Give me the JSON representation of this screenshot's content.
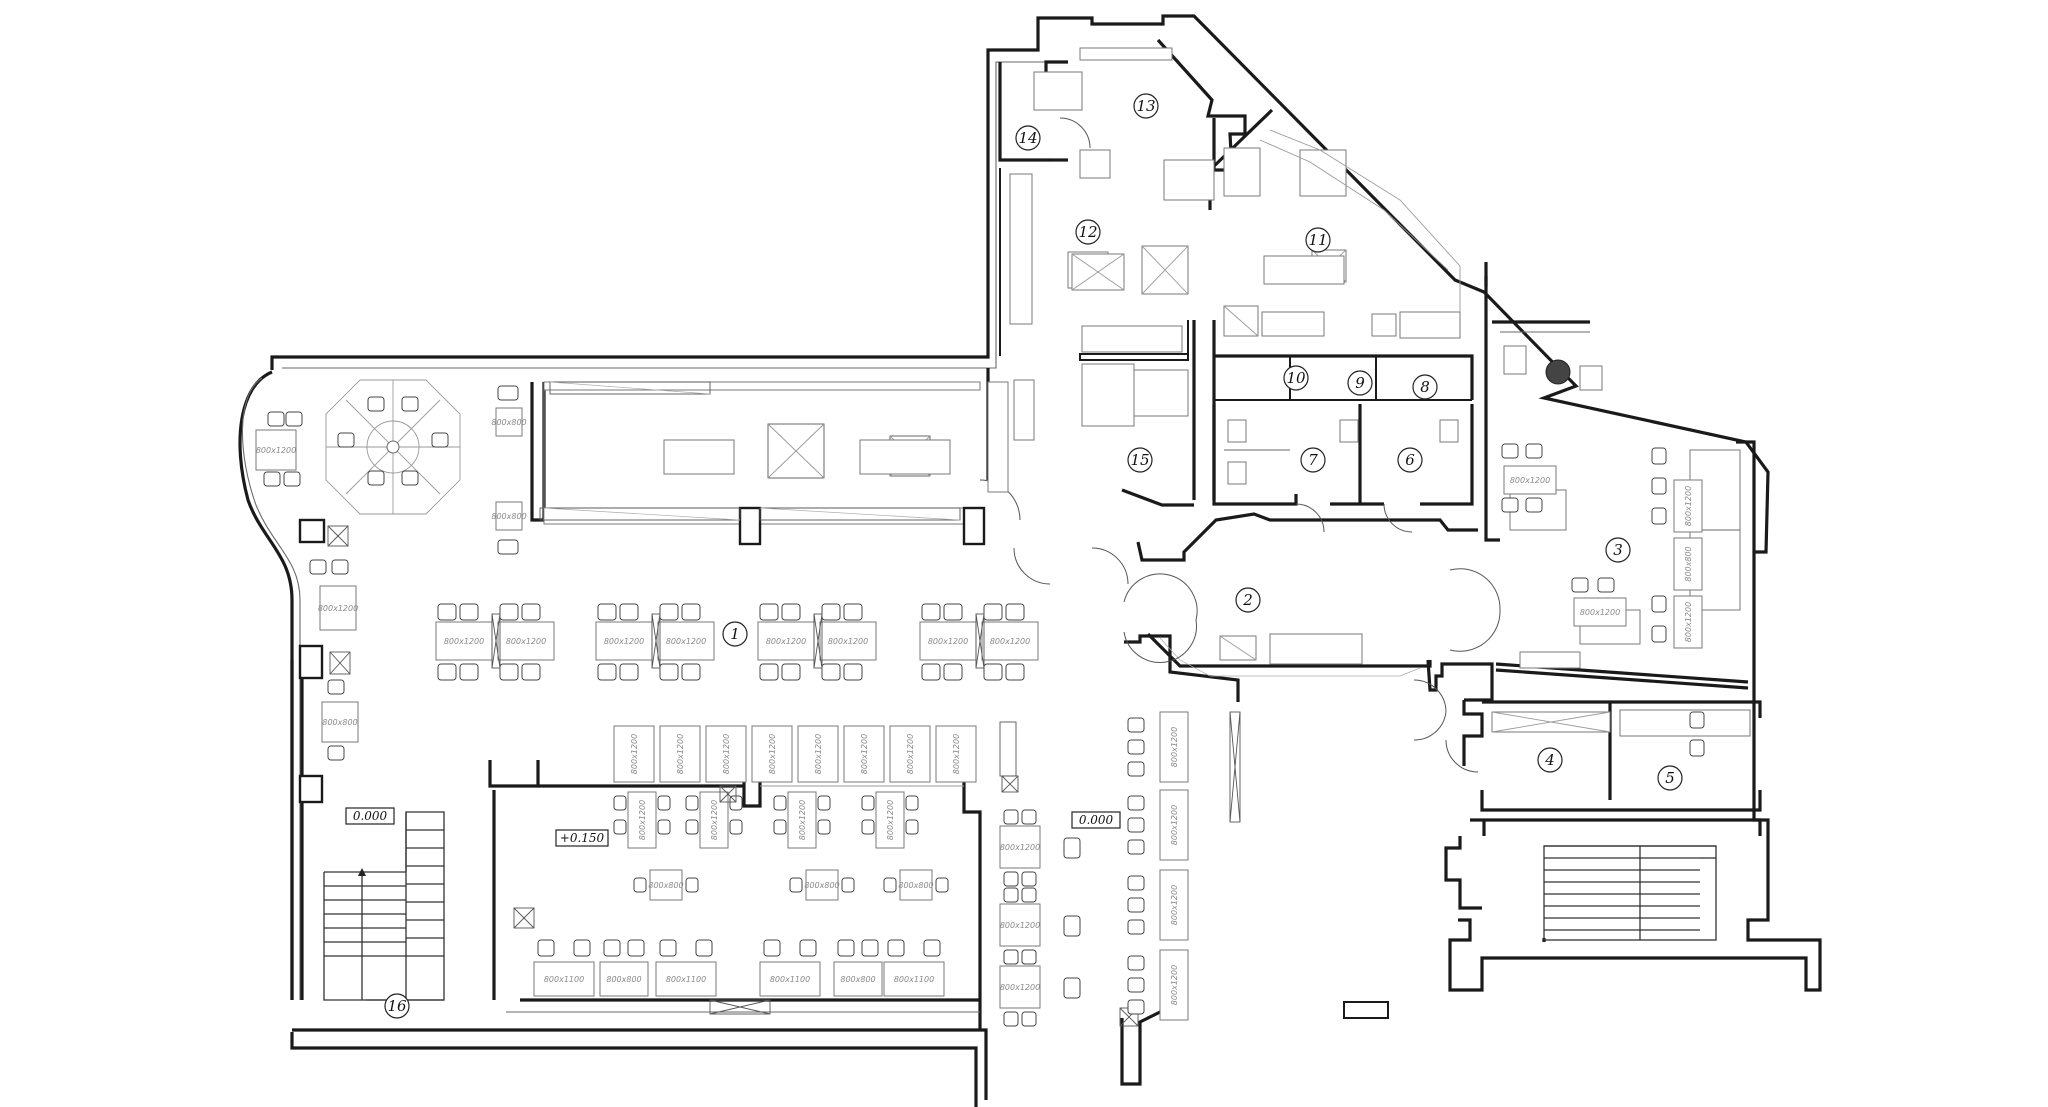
{
  "rooms": [
    "1",
    "2",
    "3",
    "4",
    "5",
    "6",
    "7",
    "8",
    "9",
    "10",
    "11",
    "12",
    "13",
    "14",
    "15",
    "16"
  ],
  "levels": [
    "0.000",
    "+0.150",
    "0.000"
  ],
  "table_labels": {
    "t800x1200": "800x1200",
    "t800x800": "800x800",
    "t800x1100": "800x1100"
  }
}
